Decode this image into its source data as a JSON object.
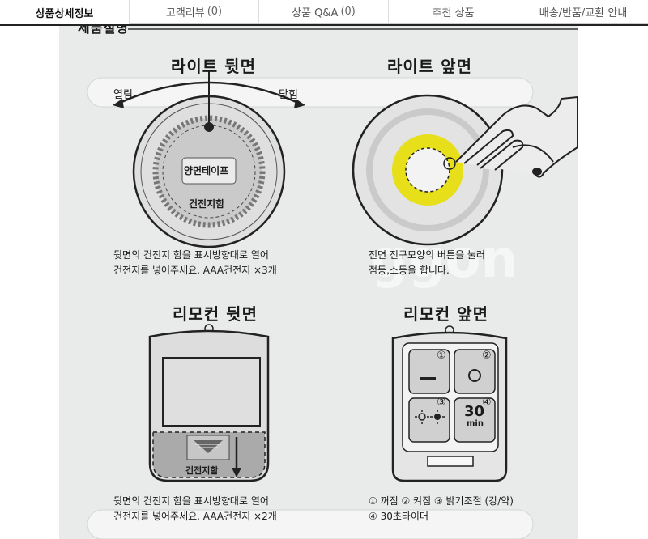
{
  "tabs": [
    {
      "label": "상품상세정보",
      "count": ""
    },
    {
      "label": "고객리뷰",
      "count": "(0)"
    },
    {
      "label": "상품 Q&A",
      "count": "(0)"
    },
    {
      "label": "추천 상품",
      "count": ""
    },
    {
      "label": "배송/반품/교환 안내",
      "count": ""
    }
  ],
  "section": {
    "heading": "제품설명"
  },
  "panels": {
    "light_back": {
      "title": "라이트 뒷면",
      "open_label": "열림",
      "close_label": "닫힘",
      "tape_label": "양면테이프",
      "battery_label": "건전지함",
      "desc_line1": "뒷면의  건전지 함을 표시방향대로 열어",
      "desc_line2": "건전지를 넣어주세요. AAA건전지 ×3개"
    },
    "light_front": {
      "title": "라이트 앞면",
      "desc_line1": "전면 전구모양의 버튼을 눌러",
      "desc_line2": "점등,소등을 합니다."
    },
    "remote_back": {
      "title": "리모컨 뒷면",
      "battery_label": "건전지함",
      "desc_line1": "뒷면의  건전지 함을 표시방향대로 열어",
      "desc_line2": "건전지를 넣어주세요. AAA건전지 ×2개"
    },
    "remote_front": {
      "title": "리모컨 앞면",
      "btn1_num": "①",
      "btn2_num": "②",
      "btn3_num": "③",
      "btn4_num": "④",
      "btn4_big": "30",
      "btn4_small": "min",
      "desc_line1": "① 꺼짐 ② 켜짐 ③ 밝기조절 (강/약)",
      "desc_line2": "④ 30초타이머"
    }
  },
  "colors": {
    "bulb_ring": "#e6df1a",
    "background": "#e9ebea",
    "tab_border": "#222222"
  },
  "watermark": "ggon"
}
